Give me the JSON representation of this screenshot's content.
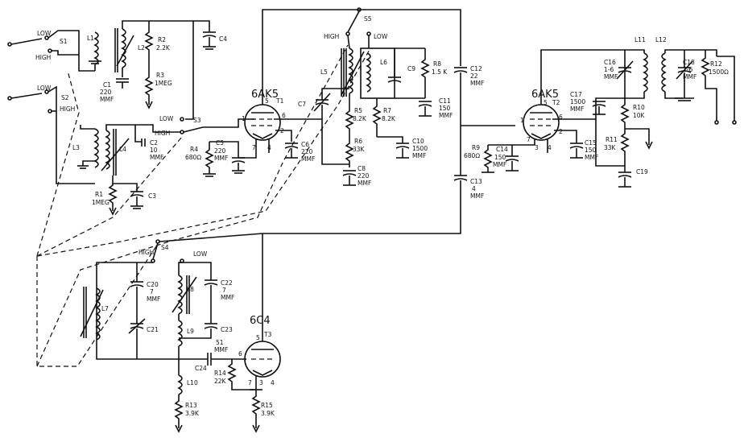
{
  "tubes": [
    {
      "type": "6AK5",
      "ref": "T1"
    },
    {
      "type": "6AK5",
      "ref": "T2"
    },
    {
      "type": "6C4",
      "ref": "T3"
    }
  ],
  "switches": {
    "s1": {
      "ref": "S1",
      "low": "LOW",
      "high": "HIGH"
    },
    "s2": {
      "ref": "S2",
      "low": "LOW",
      "high": "HIGH"
    },
    "s3": {
      "ref": "S3",
      "low": "LOW",
      "high": "HIGH"
    },
    "s4": {
      "ref": "S4",
      "low": "LOW",
      "high": "HIGH"
    },
    "s5": {
      "ref": "S5",
      "low": "LOW",
      "high": "HIGH"
    }
  },
  "coils": [
    "L1",
    "L2",
    "L3",
    "L4",
    "L5",
    "L6",
    "L7",
    "L8",
    "L9",
    "L10",
    "L11",
    "L12"
  ],
  "resistors": [
    {
      "ref": "R1",
      "value": "1MEG"
    },
    {
      "ref": "R2",
      "value": "2.2K"
    },
    {
      "ref": "R3",
      "value": "1MEG"
    },
    {
      "ref": "R4",
      "value": "680Ω"
    },
    {
      "ref": "R5",
      "value": "8.2K"
    },
    {
      "ref": "R6",
      "value": "33K"
    },
    {
      "ref": "R7",
      "value": "8.2K"
    },
    {
      "ref": "R8",
      "value": "1.5 K"
    },
    {
      "ref": "R9",
      "value": "680Ω"
    },
    {
      "ref": "R10",
      "value": "10K"
    },
    {
      "ref": "R11",
      "value": "33K"
    },
    {
      "ref": "R12",
      "value": "1500Ω"
    },
    {
      "ref": "R13",
      "value": "3.9K"
    },
    {
      "ref": "R14",
      "value": "22K"
    },
    {
      "ref": "R15",
      "value": "3.9K"
    }
  ],
  "capacitors": [
    {
      "ref": "C1",
      "value": "220",
      "unit": "MMF"
    },
    {
      "ref": "C2",
      "value": "10",
      "unit": "MMF"
    },
    {
      "ref": "C3",
      "value": "",
      "unit": ""
    },
    {
      "ref": "C4",
      "value": "",
      "unit": ""
    },
    {
      "ref": "C5",
      "value": "220",
      "unit": "MMF"
    },
    {
      "ref": "C6",
      "value": "220",
      "unit": "MMF"
    },
    {
      "ref": "C7",
      "value": "",
      "unit": ""
    },
    {
      "ref": "C8",
      "value": "220",
      "unit": "MMF"
    },
    {
      "ref": "C9",
      "value": "",
      "unit": ""
    },
    {
      "ref": "C10",
      "value": "1500",
      "unit": "MMF"
    },
    {
      "ref": "C11",
      "value": "150",
      "unit": "MMF"
    },
    {
      "ref": "C12",
      "value": "22",
      "unit": "MMF"
    },
    {
      "ref": "C13",
      "value": "4",
      "unit": "MMF"
    },
    {
      "ref": "C14",
      "value": "150",
      "unit": "MMF"
    },
    {
      "ref": "C15",
      "value": "150",
      "unit": "MMF"
    },
    {
      "ref": "C16",
      "value": "1-6",
      "unit": "MMF"
    },
    {
      "ref": "C17",
      "value": "1500",
      "unit": "MMF"
    },
    {
      "ref": "C18",
      "value": "1-6",
      "unit": "MMF"
    },
    {
      "ref": "C19",
      "value": "",
      "unit": ""
    },
    {
      "ref": "C20",
      "value": "7",
      "unit": "MMF"
    },
    {
      "ref": "C21",
      "value": "",
      "unit": ""
    },
    {
      "ref": "C22",
      "value": "7",
      "unit": "MMF"
    },
    {
      "ref": "C23",
      "value": "",
      "unit": ""
    },
    {
      "ref": "C24",
      "value": "51",
      "unit": "MMF"
    }
  ],
  "pins": [
    "1",
    "2",
    "3",
    "4",
    "5",
    "6",
    "7"
  ]
}
